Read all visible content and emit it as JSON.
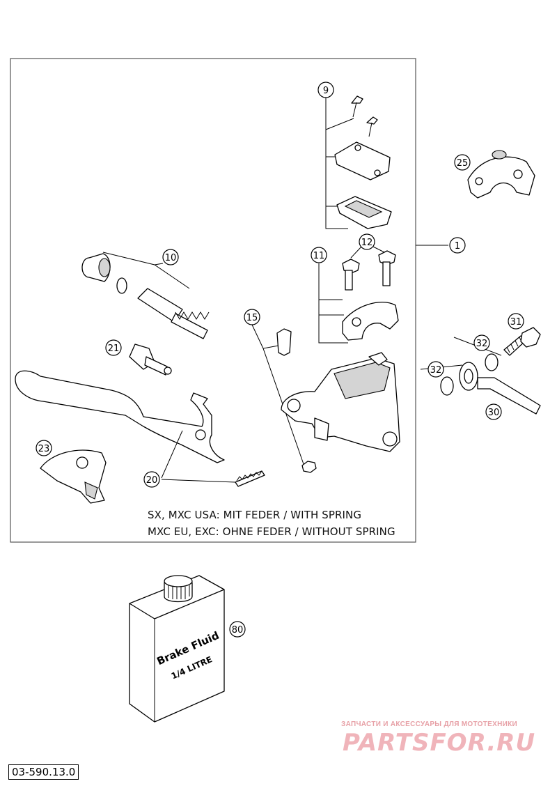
{
  "notes": {
    "line1": "SX, MXC USA: MIT FEDER / WITH SPRING",
    "line2": "MXC EU, EXC: OHNE FEDER / WITHOUT SPRING"
  },
  "part_number": "03-590.13.0",
  "bottle": {
    "label_line1": "Brake Fluid",
    "label_line2": "1/4 LITRE"
  },
  "callouts": {
    "c1": "1",
    "c9": "9",
    "c10": "10",
    "c11": "11",
    "c12": "12",
    "c15": "15",
    "c20": "20",
    "c21": "21",
    "c23": "23",
    "c25": "25",
    "c30": "30",
    "c31": "31",
    "c32a": "32",
    "c32b": "32",
    "c80": "80"
  },
  "watermark": {
    "tagline": "ЗАПЧАСТИ И АКСЕССУАРЫ ДЛЯ МОТОТЕХНИКИ",
    "logo": "PARTSFOR.RU"
  }
}
